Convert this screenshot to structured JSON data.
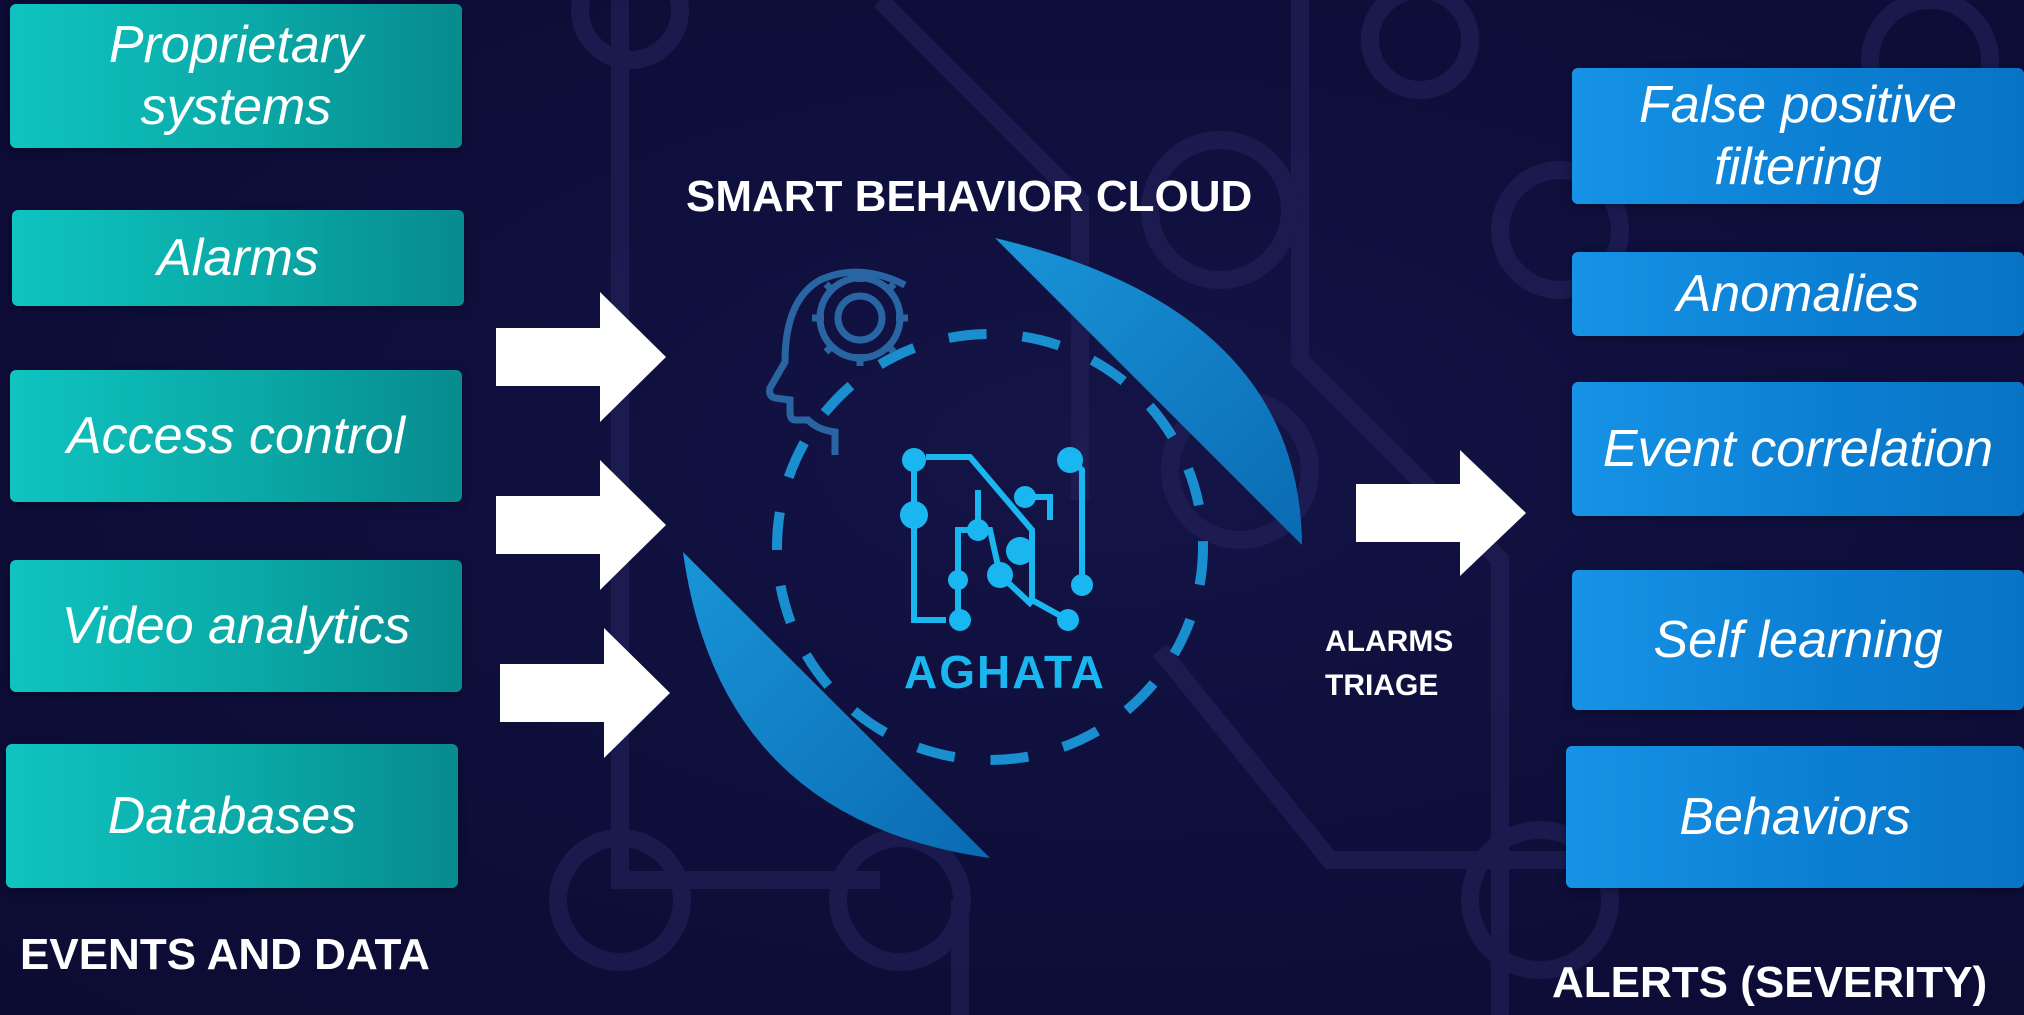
{
  "center": {
    "title": "SMART BEHAVIOR CLOUD",
    "logo_text": "AGHATA"
  },
  "left": {
    "heading": "EVENTS AND DATA",
    "boxes": [
      "Proprietary systems",
      "Alarms",
      "Access control",
      "Video analytics",
      "Databases"
    ]
  },
  "middle": {
    "triage_line1": "ALARMS",
    "triage_line2": "TRIAGE"
  },
  "right": {
    "heading": "ALERTS (SEVERITY)",
    "boxes": [
      "False positive filtering",
      "Anomalies",
      "Event correlation",
      "Self learning",
      "Behaviors"
    ]
  },
  "colors": {
    "teal_box": "#0aa8a6",
    "blue_box": "#0c7fd3",
    "background": "#0e0e3a",
    "accent_cyan": "#1ab6f0"
  },
  "icons": [
    "head-gear-icon",
    "aghata-circuit-logo-icon",
    "right-arrow-icon"
  ]
}
